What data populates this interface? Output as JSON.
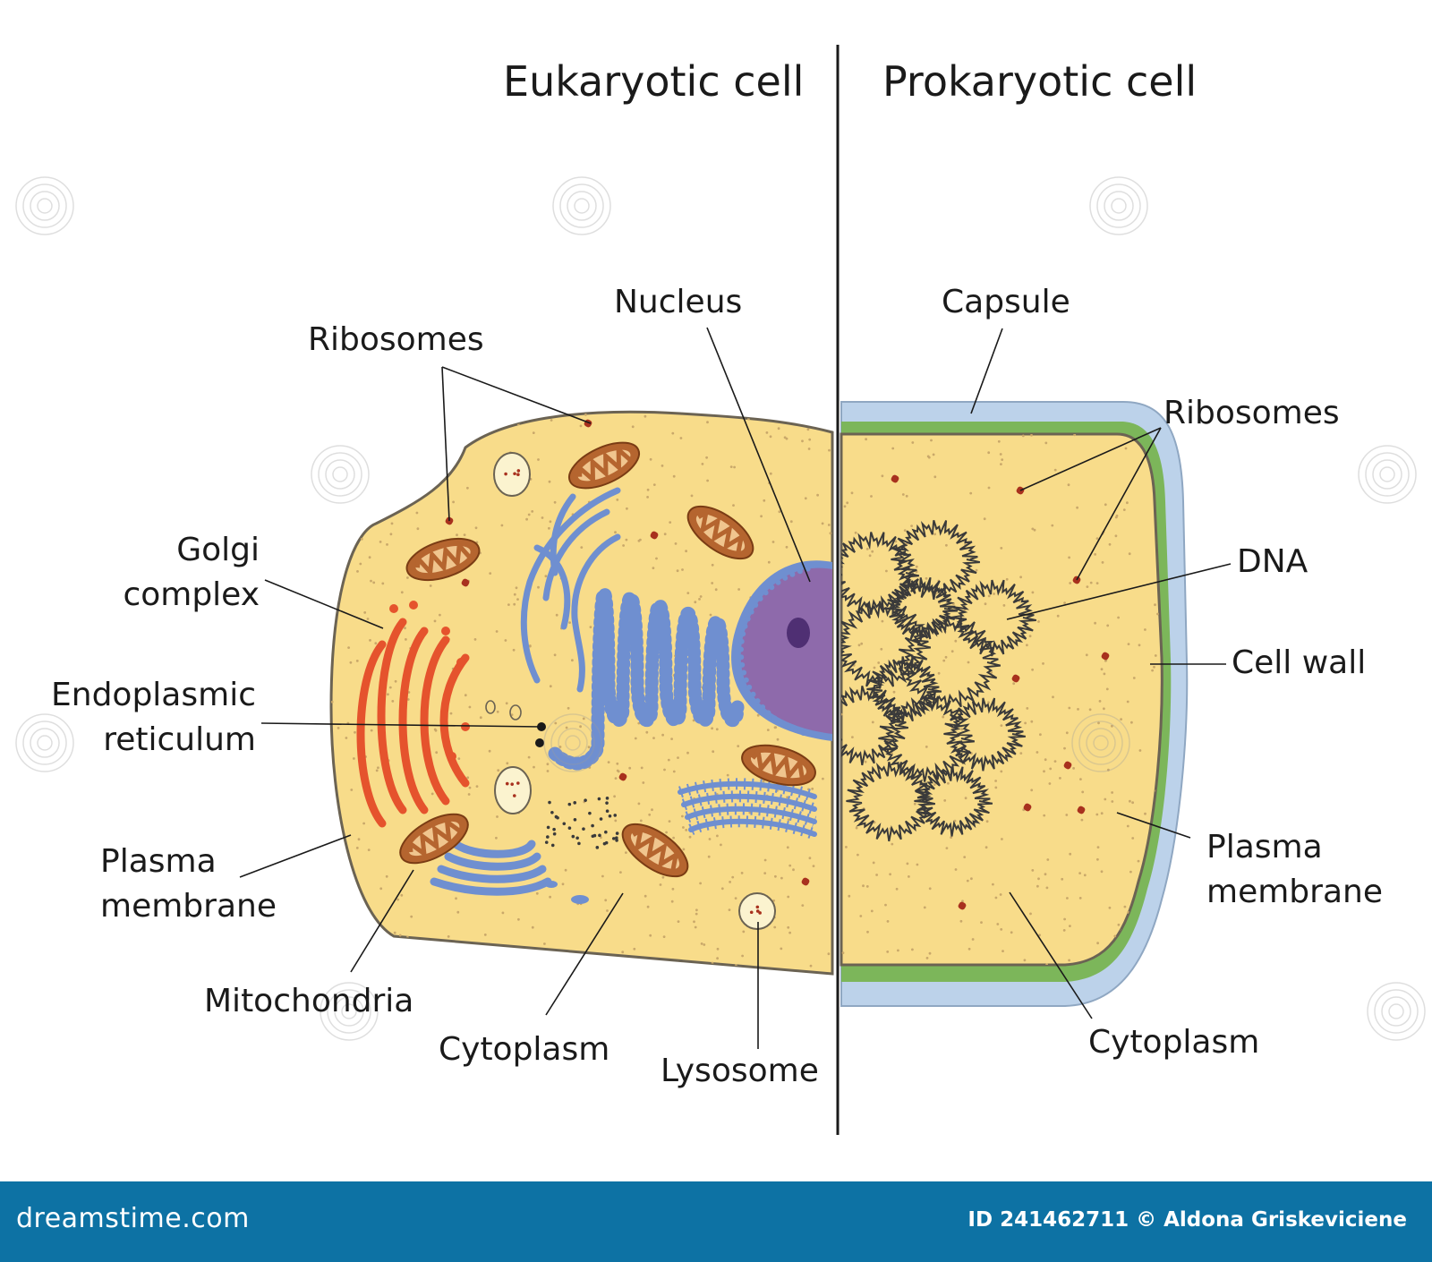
{
  "titles": {
    "eukaryotic": "Eukaryotic cell",
    "prokaryotic": "Prokaryotic cell"
  },
  "eukaryotic_labels": {
    "nucleus": "Nucleus",
    "ribosomes": "Ribosomes",
    "golgi": [
      "Golgi",
      "complex"
    ],
    "er": [
      "Endoplasmic",
      "reticulum"
    ],
    "plasma_membrane": [
      "Plasma",
      "membrane"
    ],
    "mitochondria": "Mitochondria",
    "cytoplasm": "Cytoplasm",
    "lysosome": "Lysosome"
  },
  "prokaryotic_labels": {
    "capsule": "Capsule",
    "ribosomes": "Ribosomes",
    "dna": "DNA",
    "cell_wall": "Cell wall",
    "plasma_membrane": [
      "Plasma",
      "membrane"
    ],
    "cytoplasm": "Cytoplasm"
  },
  "footer": {
    "brand": "dreamstime.com",
    "credit": "ID 241462711 © Aldona Griskeviciene"
  },
  "colors": {
    "cytoplasm": "#f8dc8a",
    "membrane": "#6b6353",
    "nucleus": "#8e6aab",
    "nucleolus": "#4f2f73",
    "er": "#6f8fd0",
    "golgi": "#e5532d",
    "mitochondria": "#b5652f",
    "mito_inner": "#f0c58e",
    "capsule": "#bcd2ea",
    "cell_wall": "#7cb65a",
    "dna": "#3a3a3a",
    "ribosome": "#a8311e",
    "vesicle": "#fbf3cf",
    "footer": "#0d72a4"
  }
}
